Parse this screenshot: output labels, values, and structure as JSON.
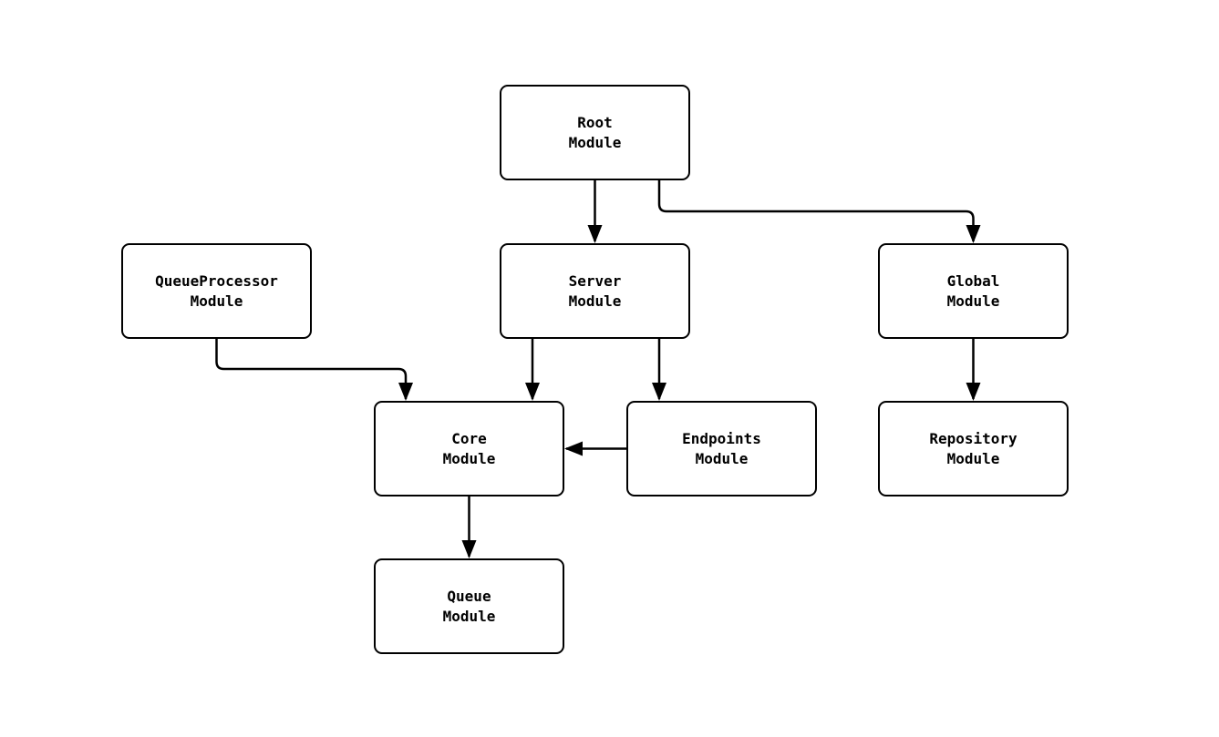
{
  "diagram": {
    "type": "module-dependency-graph",
    "background_color": "#ffffff",
    "stroke_color": "#000000",
    "nodes": [
      {
        "id": "root",
        "line1": "Root",
        "line2": "Module"
      },
      {
        "id": "queueprocessor",
        "line1": "QueueProcessor",
        "line2": "Module"
      },
      {
        "id": "server",
        "line1": "Server",
        "line2": "Module"
      },
      {
        "id": "global",
        "line1": "Global",
        "line2": "Module"
      },
      {
        "id": "core",
        "line1": "Core",
        "line2": "Module"
      },
      {
        "id": "endpoints",
        "line1": "Endpoints",
        "line2": "Module"
      },
      {
        "id": "repository",
        "line1": "Repository",
        "line2": "Module"
      },
      {
        "id": "queue",
        "line1": "Queue",
        "line2": "Module"
      }
    ],
    "edges": [
      {
        "from": "Root Module",
        "to": "Server Module"
      },
      {
        "from": "Root Module",
        "to": "Global Module"
      },
      {
        "from": "QueueProcessor Module",
        "to": "Core Module"
      },
      {
        "from": "Server Module",
        "to": "Core Module"
      },
      {
        "from": "Server Module",
        "to": "Endpoints Module"
      },
      {
        "from": "Global Module",
        "to": "Repository Module"
      },
      {
        "from": "Endpoints Module",
        "to": "Core Module"
      },
      {
        "from": "Core Module",
        "to": "Queue Module"
      }
    ]
  }
}
